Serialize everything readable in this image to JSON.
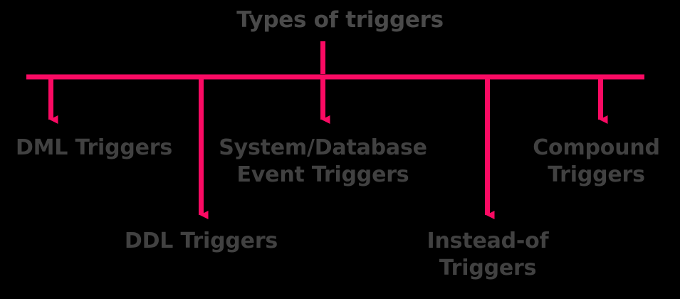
{
  "diagram": {
    "title": "Types of triggers",
    "background_color": "#000000",
    "connector_color": "#FA0A63",
    "text_color": "#414141",
    "root": {
      "label": "Types of triggers"
    },
    "nodes": [
      {
        "id": "dml-triggers",
        "label": "DML Triggers",
        "row": "upper"
      },
      {
        "id": "ddl-triggers",
        "label": "DDL Triggers",
        "row": "lower"
      },
      {
        "id": "system-database-event-triggers",
        "label": "System/Database\nEvent Triggers",
        "row": "upper"
      },
      {
        "id": "instead-of-triggers",
        "label": "Instead-of\nTriggers",
        "row": "lower"
      },
      {
        "id": "compound-triggers",
        "label": "Compound\nTriggers",
        "row": "upper"
      }
    ]
  }
}
